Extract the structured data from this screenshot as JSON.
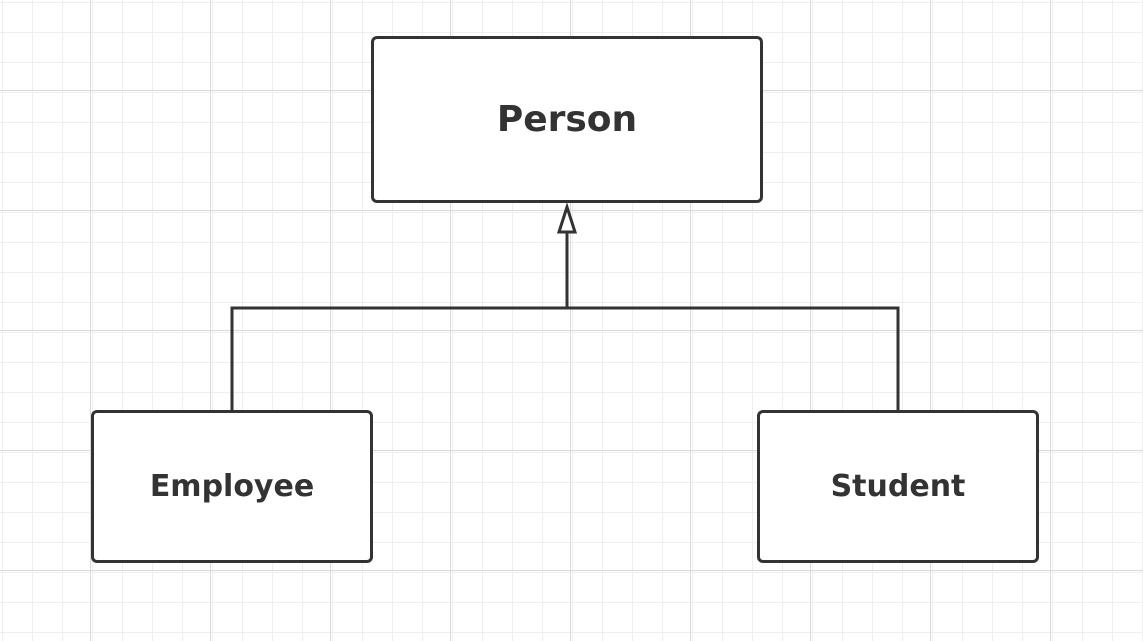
{
  "diagram": {
    "type": "uml-class-inheritance",
    "colors": {
      "stroke": "#333333",
      "box_fill": "#ffffff",
      "grid_minor": "#efefef",
      "grid_major": "#dadada",
      "background": "#ffffff"
    },
    "nodes": {
      "person": {
        "label": "Person"
      },
      "employee": {
        "label": "Employee"
      },
      "student": {
        "label": "Student"
      }
    },
    "edges": [
      {
        "from": "employee",
        "to": "person",
        "relation": "inheritance",
        "arrow": "hollow-triangle"
      },
      {
        "from": "student",
        "to": "person",
        "relation": "inheritance",
        "arrow": "hollow-triangle"
      }
    ]
  }
}
